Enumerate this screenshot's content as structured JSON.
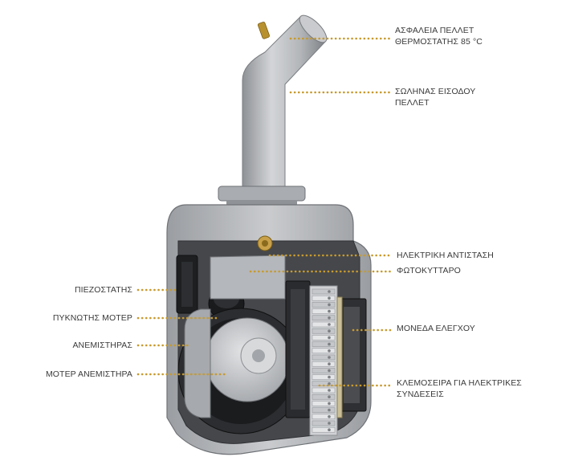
{
  "colors": {
    "leader": "#c79a2e",
    "body": "#b7b9bc",
    "body_dark": "#8d9094",
    "inner": "#3d3f43",
    "fan": "#c3c5c8",
    "terminal": "#d9d2bd"
  },
  "labels": {
    "safety": {
      "line1": "ΑΣΦΑΛΕΙΑ ΠΕΛΛΕΤ",
      "line2": "ΘΕΡΜΟΣΤΑΤΗΣ 85 °C"
    },
    "inlet": {
      "line1": "ΣΩΛΗΝΑΣ ΕΙΣΟΔΟΥ",
      "line2": "ΠΕΛΛΕΤ"
    },
    "heater": {
      "line1": "ΗΛΕΚΤΡΙΚΗ ΑΝΤΙΣΤΑΣΗ"
    },
    "photocell": {
      "line1": "ΦΩΤΟΚΥΤΤΑΡΟ"
    },
    "pressure": {
      "line1": "ΠΙΕΖΟΣΤΑΤΗΣ"
    },
    "capacitor": {
      "line1": "ΠΥΚΝΩΤΗΣ ΜΟΤΕΡ"
    },
    "fan": {
      "line1": "ΑΝΕΜΙΣΤΗΡΑΣ"
    },
    "fan_motor": {
      "line1": "ΜΟΤΕΡ ΑΝΕΜΙΣΤΗΡΑ"
    },
    "control_unit": {
      "line1": "ΜΟΝΕΔΑ ΕΛΕΓΧΟΥ"
    },
    "terminal_block": {
      "line1": "ΚΛΕΜΟΣΕΙΡΑ ΓΙΑ ΗΛΕΚΤΡΙΚΕΣ",
      "line2": "ΣΥΝΔΕΣΕΙΣ"
    }
  }
}
